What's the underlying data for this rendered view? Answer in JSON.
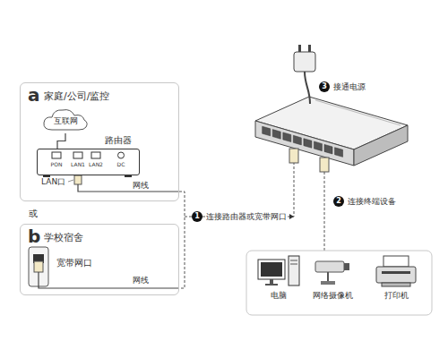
{
  "diagram": {
    "nodes": [
      {
        "text": [
          "a",
          "家庭/公司/监控"
        ]
      },
      {
        "text": [
          "互联网"
        ],
        "in": 0
      },
      {
        "text": [
          "路由器"
        ],
        "in": 0
      },
      {
        "text": [
          "b",
          "学校宿舍"
        ]
      },
      {
        "text": [
          "宽带网口"
        ],
        "in": 3
      },
      {
        "text": [
          "电脑"
        ]
      },
      {
        "text": [
          "网络摄像机"
        ]
      },
      {
        "text": [
          "打印机"
        ]
      }
    ],
    "edges": [
      {
        "from": 1,
        "to": 2,
        "arrow": "none"
      }
    ],
    "labels": [
      "PON",
      "LAN1",
      "LAN2",
      "DC",
      "LAN口",
      "网线",
      "或",
      "网线",
      "1",
      "连接路由器或宽带网口",
      "3",
      "接通电源",
      "2",
      "连接终端设备"
    ]
  }
}
